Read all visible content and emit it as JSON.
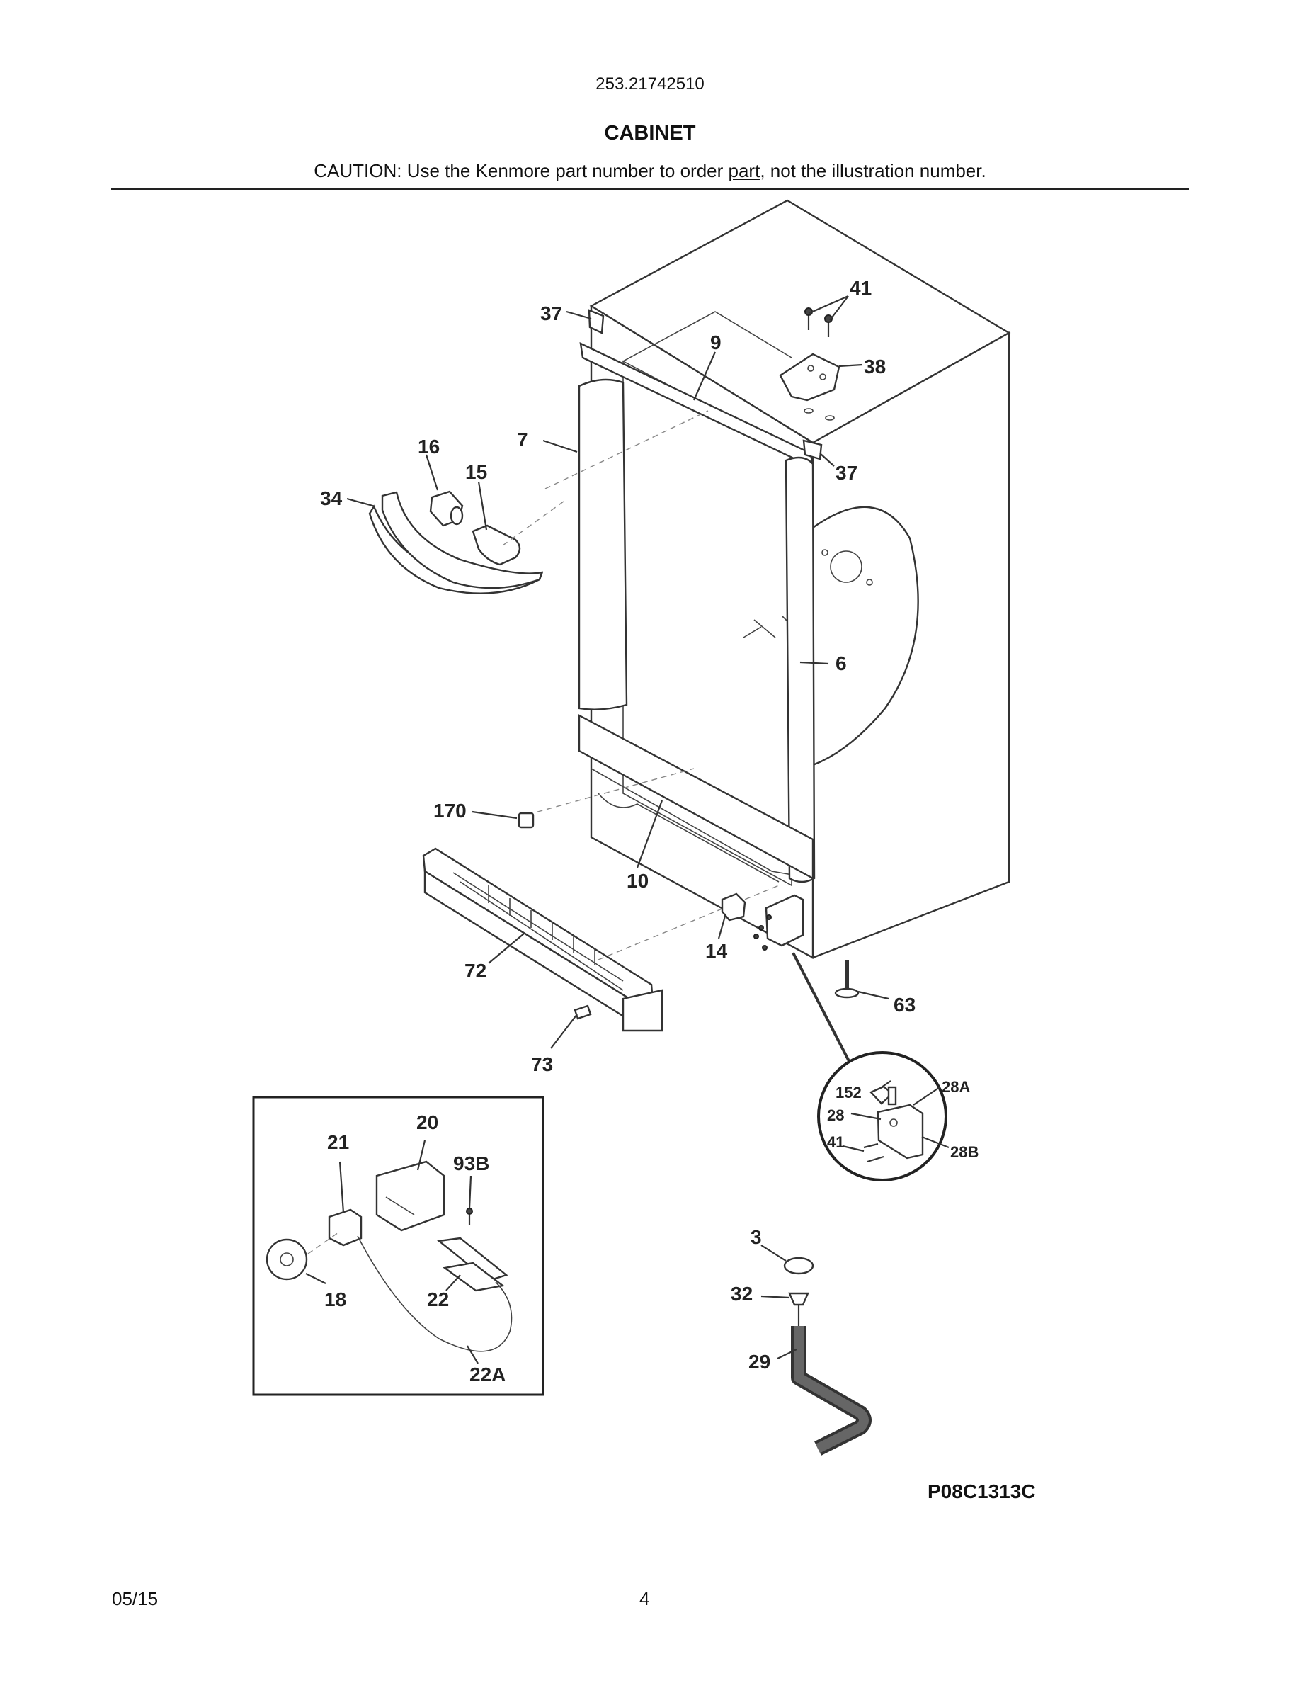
{
  "header": {
    "model_number": "253.21742510",
    "section_title": "CABINET",
    "caution_prefix": "CAUTION: Use the Kenmore part number to order ",
    "caution_underlined": "part",
    "caution_suffix": ", not the illustration number."
  },
  "callouts": {
    "c37a": "37",
    "c41": "41",
    "c9": "9",
    "c38": "38",
    "c7": "7",
    "c37b": "37",
    "c16": "16",
    "c15": "15",
    "c34": "34",
    "c6": "6",
    "c170": "170",
    "c10": "10",
    "c14": "14",
    "c72": "72",
    "c63": "63",
    "c73": "73",
    "c152": "152",
    "c28A": "28A",
    "c28": "28",
    "c41b": "41",
    "c28B": "28B",
    "c20": "20",
    "c21": "21",
    "c93B": "93B",
    "c18": "18",
    "c22": "22",
    "c22A": "22A",
    "c3": "3",
    "c32": "32",
    "c29": "29"
  },
  "drawing_code": "P08C1313C",
  "footer": {
    "date": "05/15",
    "page_number": "4"
  }
}
